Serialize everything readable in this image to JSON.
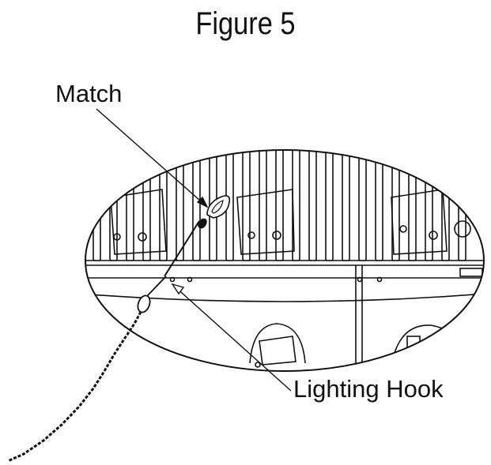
{
  "figure": {
    "title": "Figure 5",
    "labels": {
      "match": "Match",
      "lighting_hook": "Lighting Hook"
    }
  }
}
